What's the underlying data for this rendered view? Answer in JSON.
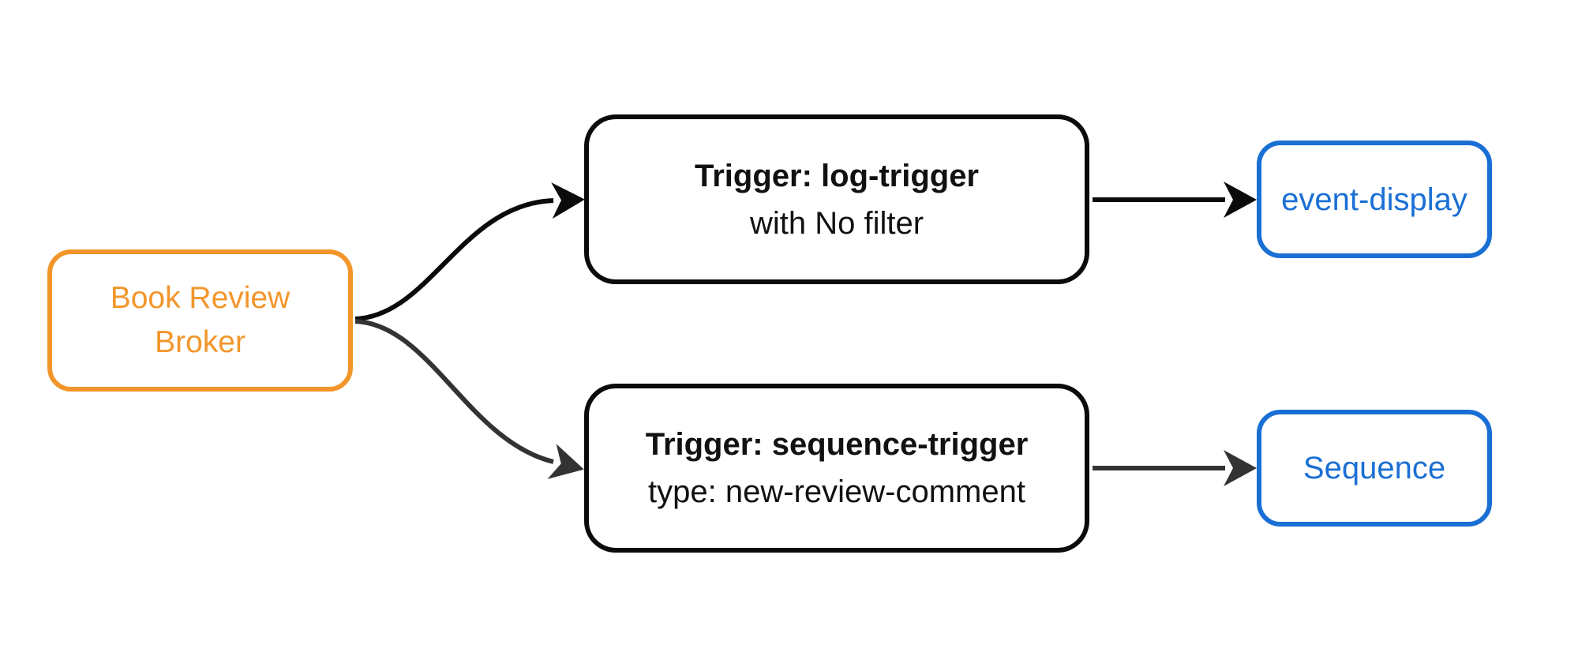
{
  "diagram": {
    "type": "flowchart",
    "background": "#ffffff",
    "nodes": {
      "broker": {
        "line1": "Book Review",
        "line2": "Broker"
      },
      "log_trigger": {
        "line1": "Trigger: log-trigger",
        "line2": "with No filter"
      },
      "sequence_trigger": {
        "line1": "Trigger: sequence-trigger",
        "line2": "type: new-review-comment"
      },
      "event_display": {
        "label": "event-display"
      },
      "sequence": {
        "label": "Sequence"
      }
    },
    "edges": [
      {
        "from": "Book Review Broker",
        "to": "Trigger: log-trigger"
      },
      {
        "from": "Book Review Broker",
        "to": "Trigger: sequence-trigger"
      },
      {
        "from": "Trigger: log-trigger",
        "to": "event-display"
      },
      {
        "from": "Trigger: sequence-trigger",
        "to": "Sequence"
      }
    ]
  },
  "colors": {
    "orange": "#F2962B",
    "blue": "#1A6FD4",
    "ink": "#0B0B0B",
    "gray": "#333333"
  }
}
